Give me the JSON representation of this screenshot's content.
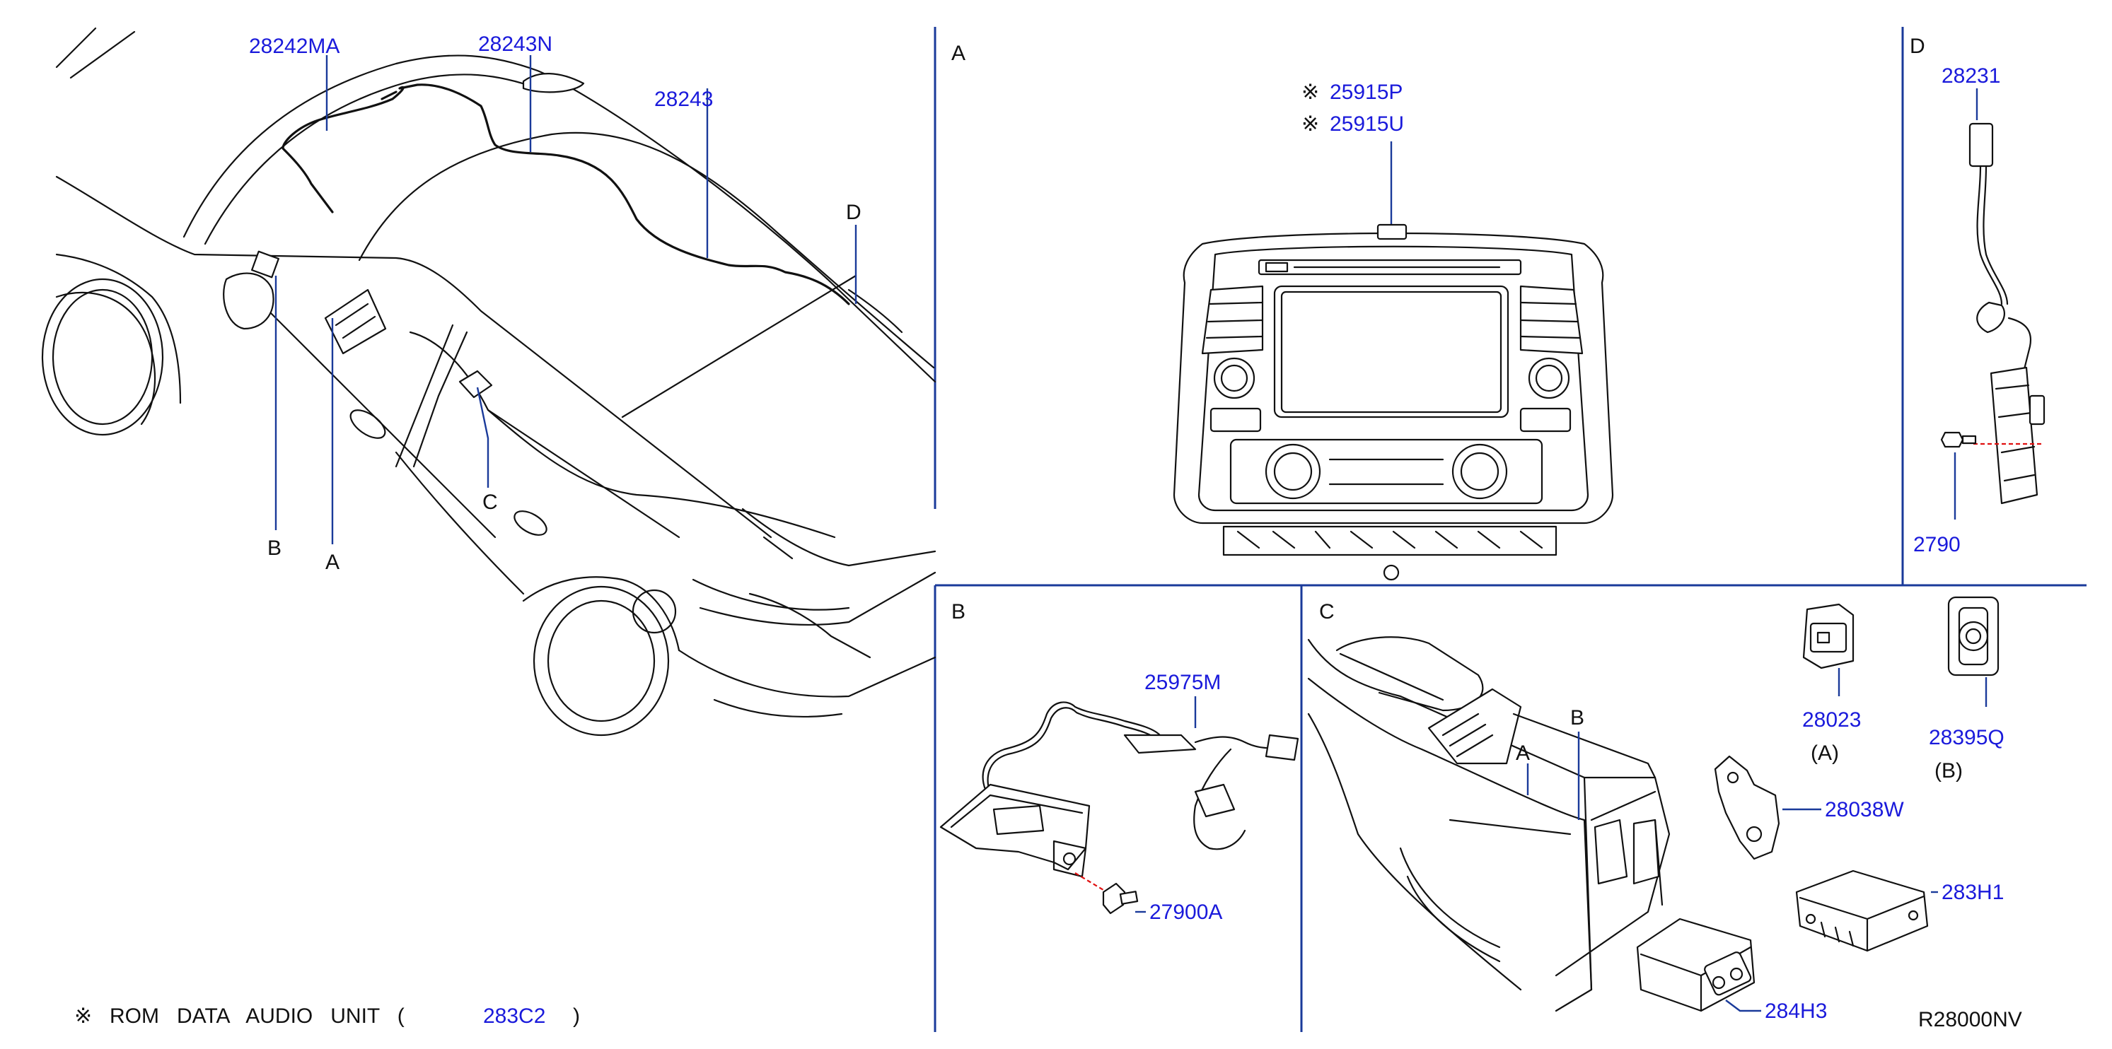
{
  "overview": {
    "labels": {
      "p28242MA": "28242MA",
      "p28243N": "28243N",
      "p28243": "28243",
      "ref_D": "D",
      "ref_C": "C",
      "ref_B": "B",
      "ref_A": "A"
    }
  },
  "panel_A": {
    "label": "A",
    "part_1": "25915P",
    "part_2": "25915U",
    "mark": "※"
  },
  "panel_B": {
    "label": "B",
    "part_1": "25975M",
    "part_2": "27900A"
  },
  "panel_C": {
    "label": "C",
    "callout_A": "A",
    "callout_B": "B",
    "part_28023": "28023",
    "sub_A": "(A)",
    "part_28395Q": "28395Q",
    "sub_B": "(B)",
    "part_28038W": "28038W",
    "part_283H1": "283H1",
    "part_284H3": "284H3"
  },
  "panel_D": {
    "label": "D",
    "part_1": "28231",
    "part_2": "2790"
  },
  "footer": {
    "mark": "※",
    "note": "ROM   DATA   AUDIO   UNIT   (",
    "part": "283C2",
    "close": ")",
    "diagram_id": "R28000NV"
  },
  "colors": {
    "label_blue": "#1a1adb",
    "leader_blue": "#1a3a9a",
    "line_black": "#111111",
    "dash_red": "#e01010"
  }
}
